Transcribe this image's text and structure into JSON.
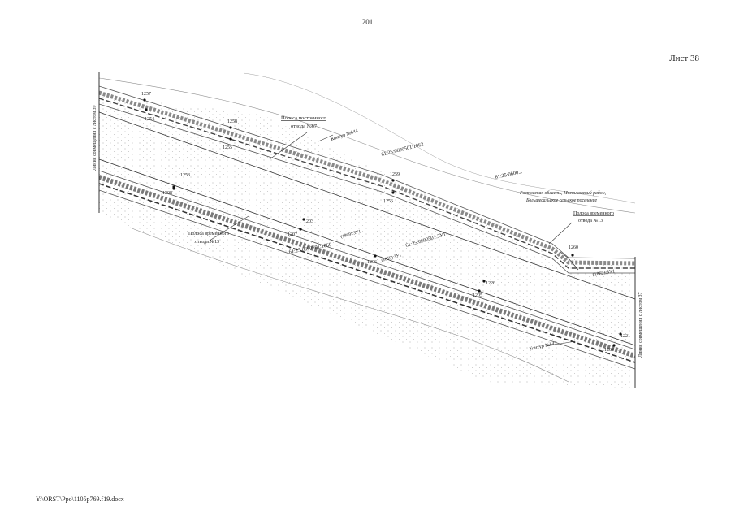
{
  "page_number": "201",
  "sheet_label": "Лист 38",
  "file_path": "Y:\\ORST\\Ppo\\1105p769.f19.docx",
  "match_lines": {
    "left": "Линия совмещения с листом 39",
    "right": "Линия совмещения с листом 37"
  },
  "labels": {
    "strip_67": [
      "Полоса постоянного",
      "отвода №67"
    ],
    "contour_44": "Контур №644",
    "parcel_1862": "61:25:0600501:1862",
    "parcel_1869": "61:25:0600501:1869",
    "parcel_zu": "61:25:0600501:ЗУ1",
    "parcel_right_top": "61:25:0600...",
    "region": [
      "Ростовская область, Мясниковский район,",
      "Большесальское сельское поселение"
    ],
    "strip_13_right": [
      "Полоса временного",
      "отвода №13"
    ],
    "strip_13_left": [
      "Полоса временного",
      "отвода №13"
    ],
    "parcel_2zu": "(1862):ЗУ1",
    "contour_42": "Контур №642",
    "inner_1869_zu": "(1869):ЗУ1",
    "inner_1859_zu": "(1859):ЗУ1"
  },
  "points": [
    {
      "id": "1257",
      "label": "1257"
    },
    {
      "id": "1258",
      "label": "1258"
    },
    {
      "id": "1259",
      "label": "1259"
    },
    {
      "id": "1260",
      "label": "1260"
    },
    {
      "id": "1253",
      "label": "1253"
    },
    {
      "id": "1254",
      "label": "1254"
    },
    {
      "id": "1255",
      "label": "1255"
    },
    {
      "id": "1256",
      "label": "1256"
    },
    {
      "id": "1208",
      "label": "1208"
    },
    {
      "id": "1207",
      "label": "1207"
    },
    {
      "id": "1206",
      "label": "1206"
    },
    {
      "id": "1205",
      "label": "1205"
    },
    {
      "id": "1204",
      "label": "1204"
    },
    {
      "id": "1220",
      "label": "1220"
    },
    {
      "id": "1221",
      "label": "1221"
    },
    {
      "id": "1203",
      "label": "1203"
    }
  ]
}
